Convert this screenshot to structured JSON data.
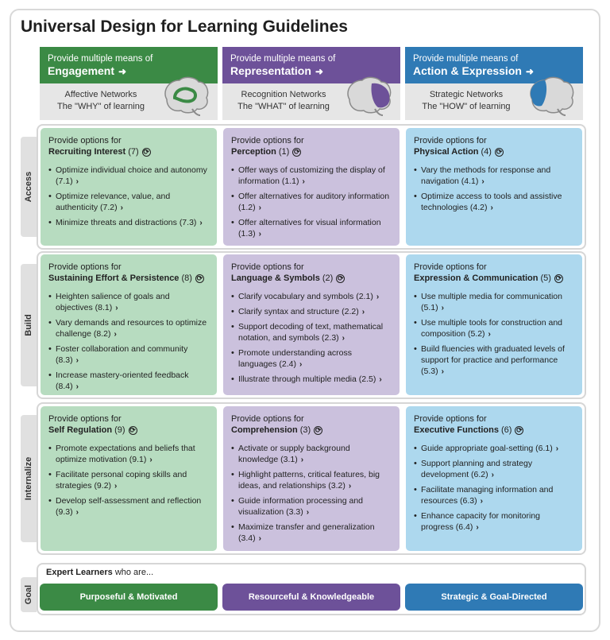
{
  "title": "Universal Design for Learning Guidelines",
  "columns": [
    {
      "provide": "Provide multiple means of",
      "name": "Engagement",
      "network": "Affective Networks",
      "why": "The \"WHY\" of learning",
      "color": "#3b8a45"
    },
    {
      "provide": "Provide multiple means of",
      "name": "Representation",
      "network": "Recognition Networks",
      "why": "The \"WHAT\" of learning",
      "color": "#6d5199"
    },
    {
      "provide": "Provide multiple means of",
      "name": "Action & Expression",
      "network": "Strategic Networks",
      "why": "The \"HOW\" of learning",
      "color": "#2f7ab5"
    }
  ],
  "rows": [
    {
      "label": "Access",
      "cells": [
        {
          "provide": "Provide options for",
          "title": "Recruiting Interest",
          "num": "(7)",
          "items": [
            "Optimize individual choice and autonomy (7.1)",
            "Optimize relevance, value, and authenticity (7.2)",
            "Minimize threats and distractions (7.3)"
          ]
        },
        {
          "provide": "Provide options for",
          "title": "Perception",
          "num": "(1)",
          "items": [
            "Offer ways of customizing the display of information (1.1)",
            "Offer alternatives for auditory information (1.2)",
            "Offer alternatives for visual information (1.3)"
          ]
        },
        {
          "provide": "Provide options for",
          "title": "Physical Action",
          "num": "(4)",
          "items": [
            "Vary the methods for response and navigation (4.1)",
            "Optimize access to tools and assistive technologies (4.2)"
          ]
        }
      ]
    },
    {
      "label": "Build",
      "cells": [
        {
          "provide": "Provide options for",
          "title": "Sustaining Effort & Persistence",
          "num": "(8)",
          "items": [
            "Heighten salience of goals and objectives (8.1)",
            "Vary demands and resources to optimize challenge (8.2)",
            "Foster collaboration and community (8.3)",
            "Increase mastery-oriented feedback (8.4)"
          ]
        },
        {
          "provide": "Provide options for",
          "title": "Language & Symbols",
          "num": "(2)",
          "items": [
            "Clarify vocabulary and symbols (2.1)",
            "Clarify syntax and structure (2.2)",
            "Support decoding of text, mathematical notation, and symbols (2.3)",
            "Promote understanding across languages (2.4)",
            "Illustrate through multiple media (2.5)"
          ]
        },
        {
          "provide": "Provide options for",
          "title": "Expression & Communication",
          "num": "(5)",
          "items": [
            "Use multiple media for communication (5.1)",
            "Use multiple tools for construction and composition (5.2)",
            "Build fluencies with graduated levels of support for practice and performance (5.3)"
          ]
        }
      ]
    },
    {
      "label": "Internalize",
      "cells": [
        {
          "provide": "Provide options for",
          "title": "Self Regulation",
          "num": "(9)",
          "items": [
            "Promote expectations and beliefs that optimize motivation (9.1)",
            "Facilitate personal coping skills and strategies (9.2)",
            "Develop self-assessment and reflection (9.3)"
          ]
        },
        {
          "provide": "Provide options for",
          "title": "Comprehension",
          "num": "(3)",
          "items": [
            "Activate or supply background knowledge (3.1)",
            "Highlight patterns, critical features, big ideas, and relationships (3.2)",
            "Guide information processing and visualization (3.3)",
            "Maximize transfer and generalization (3.4)"
          ]
        },
        {
          "provide": "Provide options for",
          "title": "Executive Functions",
          "num": "(6)",
          "items": [
            "Guide appropriate goal-setting (6.1)",
            "Support planning and strategy development (6.2)",
            "Facilitate managing information and resources (6.3)",
            "Enhance capacity for monitoring progress (6.4)"
          ]
        }
      ]
    }
  ],
  "goal": {
    "label": "Goal",
    "expert_bold": "Expert Learners",
    "expert_rest": " who are...",
    "outcomes": [
      "Purposeful & Motivated",
      "Resourceful & Knowledgeable",
      "Strategic & Goal-Directed"
    ]
  },
  "colors": {
    "engagement": "#3b8a45",
    "representation": "#6d5199",
    "action": "#2f7ab5",
    "engagement_light": "#b7dcc0",
    "representation_light": "#cbc1dd",
    "action_light": "#add8ee"
  }
}
